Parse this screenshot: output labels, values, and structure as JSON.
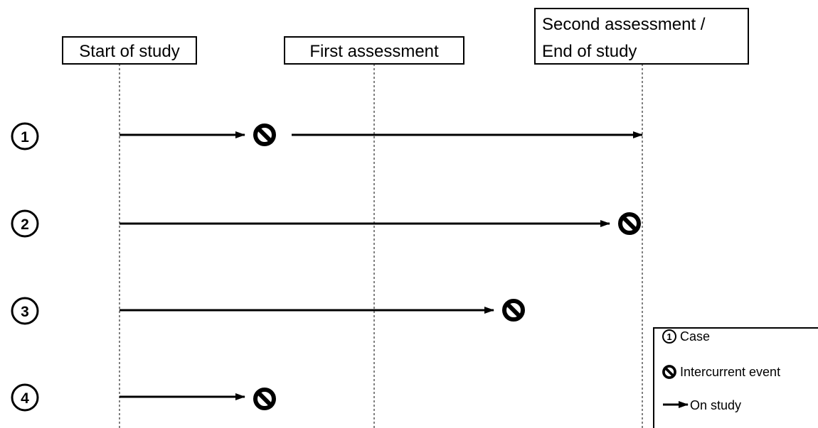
{
  "milestones": {
    "start": "Start of study",
    "first": "First assessment",
    "second_line1": "Second assessment /",
    "second_line2": "End of study"
  },
  "cases": [
    {
      "number": "1"
    },
    {
      "number": "2"
    },
    {
      "number": "3"
    },
    {
      "number": "4"
    }
  ],
  "legend": {
    "case_symbol": "1",
    "case": "Case",
    "event": "Intercurrent event",
    "on_study": "On study"
  }
}
